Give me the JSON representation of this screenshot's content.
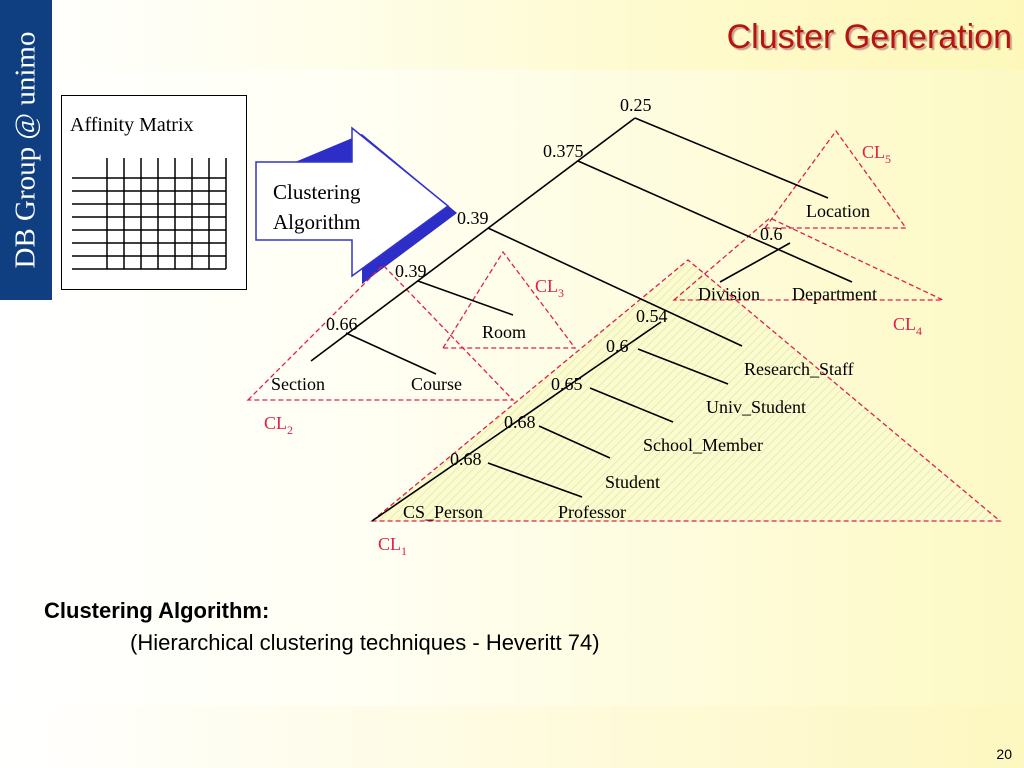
{
  "sidebar": {
    "text": "DB Group @ unimo"
  },
  "slide": {
    "title": "Cluster Generation",
    "page_number": "20"
  },
  "affinity": {
    "label": "Affinity Matrix"
  },
  "arrow": {
    "line1": "Clustering",
    "line2": "Algorithm"
  },
  "tree": {
    "values": {
      "root": "0.25",
      "n375": "0.375",
      "n39a": "0.39",
      "n39b": "0.39",
      "n66": "0.66",
      "n6loc": "0.6",
      "n54": "0.54",
      "n6rs": "0.6",
      "n65": "0.65",
      "n68a": "0.68",
      "n68b": "0.68"
    },
    "leaves": {
      "location": "Location",
      "division": "Division",
      "department": "Department",
      "room": "Room",
      "section": "Section",
      "course": "Course",
      "research_staff": "Research_Staff",
      "univ_student": "Univ_Student",
      "school_member": "School_Member",
      "student": "Student",
      "cs_person": "CS_Person",
      "professor": "Professor"
    }
  },
  "clusters": {
    "cl1": {
      "prefix": "CL",
      "sub": "1"
    },
    "cl2": {
      "prefix": "CL",
      "sub": "2"
    },
    "cl3": {
      "prefix": "CL",
      "sub": "3"
    },
    "cl4": {
      "prefix": "CL",
      "sub": "4"
    },
    "cl5": {
      "prefix": "CL",
      "sub": "5"
    }
  },
  "caption": {
    "title": "Clustering Algorithm:",
    "subtitle": "(Hierarchical clustering techniques - Heveritt 74)"
  },
  "colors": {
    "sidebar": "#0f3f80",
    "title": "#b5150d",
    "cluster": "#e0204a",
    "arrow_edge": "#3333cc",
    "cl1_fill": "#fafad0"
  }
}
